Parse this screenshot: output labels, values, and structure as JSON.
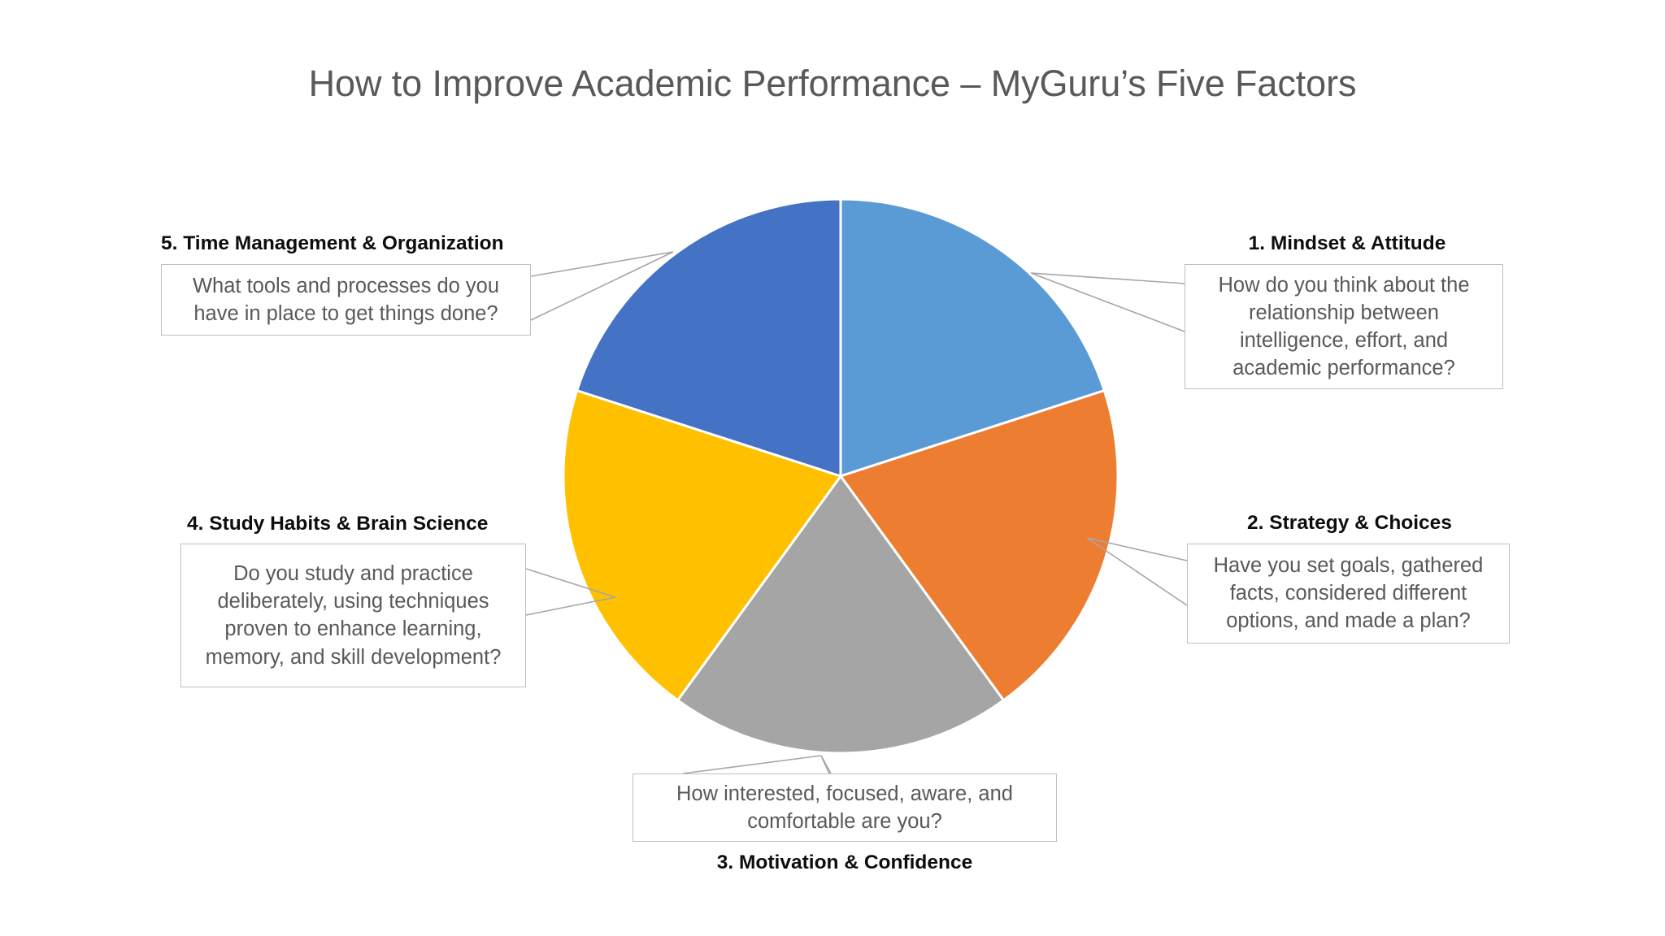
{
  "slide": {
    "title": "How to Improve Academic Performance – MyGuru’s Five Factors",
    "background": "#FFFFFF"
  },
  "chart_data": {
    "type": "pie",
    "title": "How to Improve Academic Performance – MyGuru’s Five Factors",
    "legend_position": "none",
    "start_angle_deg": 0,
    "direction": "clockwise",
    "categories": [
      "1. Mindset & Attitude",
      "2. Strategy & Choices",
      "3. Motivation & Confidence",
      "4. Study Habits & Brain Science",
      "5. Time Management & Organization"
    ],
    "values": [
      20,
      20,
      20,
      20,
      20
    ],
    "value_unit": "percent",
    "slice_angles_deg": [
      72,
      72,
      72,
      72,
      72
    ],
    "colors": [
      "#5B9BD5",
      "#ED7D31",
      "#A5A5A5",
      "#FFC000",
      "#4472C4"
    ],
    "slice_border_color": "#FFFFFF",
    "data_labels_shown": false
  },
  "factors": [
    {
      "id": "mindset-attitude",
      "heading": "1. Mindset & Attitude",
      "question": "How do you think about the relationship between intelligence, effort, and academic performance?",
      "color": "#5B9BD5"
    },
    {
      "id": "strategy-choices",
      "heading": "2. Strategy & Choices",
      "question": "Have you set goals, gathered facts, considered different options, and made a plan?",
      "color": "#ED7D31"
    },
    {
      "id": "motivation-confidence",
      "heading": "3. Motivation & Confidence",
      "question": "How interested, focused, aware, and comfortable are you?",
      "color": "#A5A5A5"
    },
    {
      "id": "study-habits-brain-science",
      "heading": "4. Study Habits & Brain Science",
      "question": "Do you study and practice deliberately, using techniques proven to enhance learning, memory, and skill development?",
      "color": "#FFC000"
    },
    {
      "id": "time-management-organization",
      "heading": "5. Time Management & Organization",
      "question": "What tools and processes do you have in place to get things done?",
      "color": "#4472C4"
    }
  ],
  "style": {
    "title_color": "#595959",
    "heading_color": "#0D0D0D",
    "body_text_color": "#595959",
    "box_border_color": "#BFBFBF",
    "leader_line_color": "#A6A6A6"
  }
}
